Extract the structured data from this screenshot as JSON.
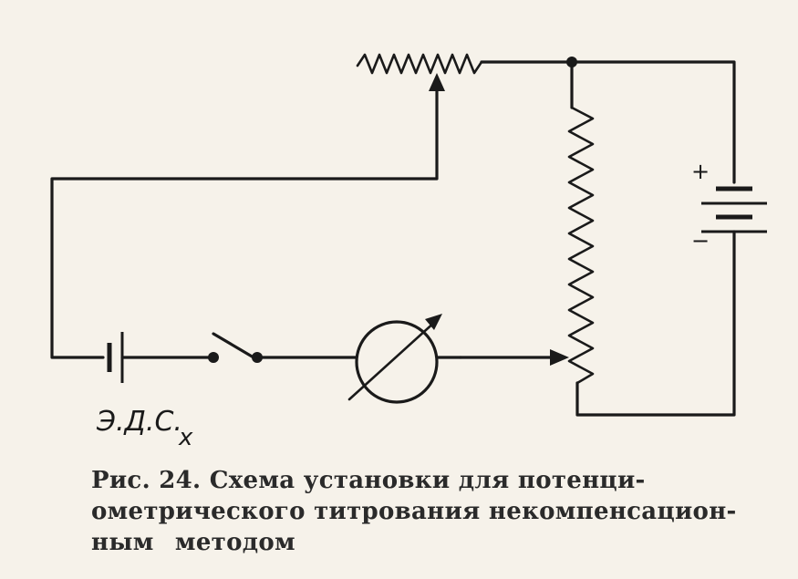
{
  "diagram": {
    "emf_label": "Э.Д.С.",
    "emf_subscript": "x",
    "battery_plus": "+",
    "battery_minus": "−"
  },
  "caption": {
    "line1": "Рис. 24. Схема установки для потенци-",
    "line2": "ометрического титрования некомпенсацион-",
    "line3": "ным методом"
  }
}
